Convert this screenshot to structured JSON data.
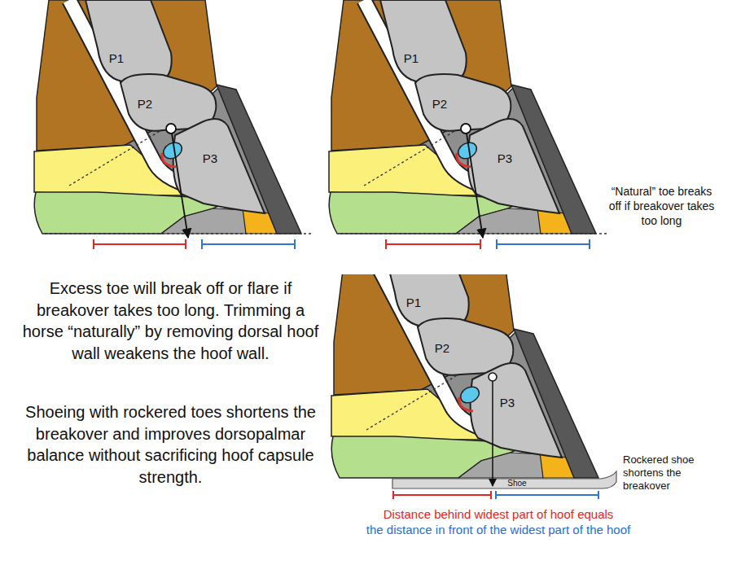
{
  "diagram": {
    "labels": [
      "P1",
      "P2",
      "P3",
      "P1",
      "P2",
      "P3",
      "“Natural” toe breaks off if breakover takes too long",
      "Excess toe will break off or flare if breakover takes too long. Trimming a horse “naturally” by removing dorsal hoof wall weakens the hoof wall.",
      "Shoeing with rockered toes shortens the breakover and improves dorsopalmar balance without sacrificing hoof capsule strength.",
      "P1",
      "P2",
      "P3",
      "Shoe",
      "Rockered shoe shortens the breakover",
      "Distance behind widest part of hoof equals",
      "the distance in front of the widest part of the hoof"
    ]
  }
}
